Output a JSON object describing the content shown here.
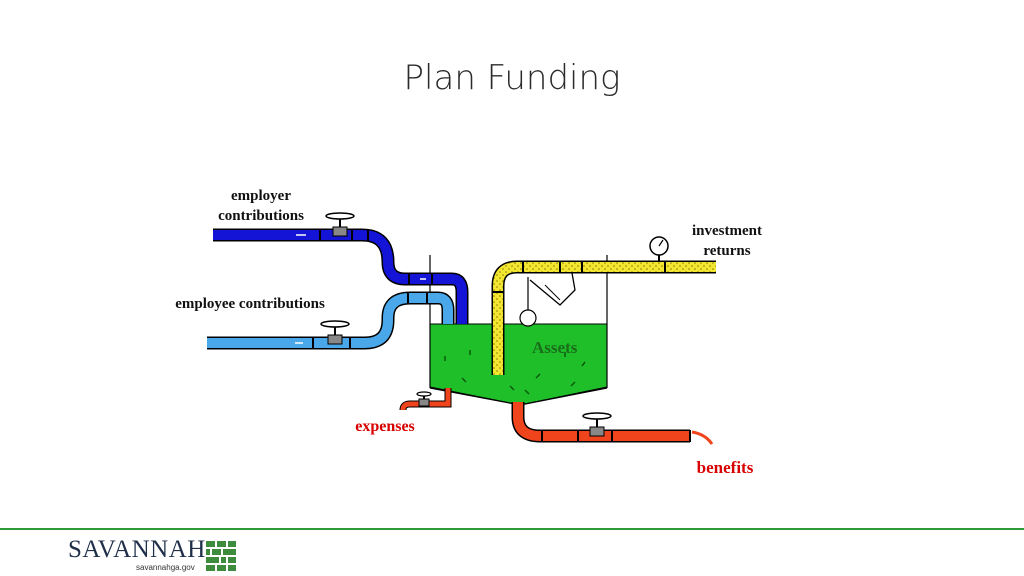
{
  "title": "Plan Funding",
  "labels": {
    "employer_line1": "employer",
    "employer_line2": "contributions",
    "employee": "employee contributions",
    "investment_line1": "investment",
    "investment_line2": "returns",
    "assets": "Assets",
    "expenses": "expenses",
    "benefits": "benefits"
  },
  "footer": {
    "logo_name": "SAVANNAH",
    "logo_url_text": "savannahga.gov"
  },
  "colors": {
    "employer_pipe": "#1414d6",
    "employee_pipe": "#4aa8ea",
    "investment_pipe": "#f2e630",
    "outflow_pipe": "#f0451c",
    "assets_fill": "#1fbf2a",
    "footer_rule": "#2e9a3a",
    "brand_green": "#3d8b3d"
  }
}
